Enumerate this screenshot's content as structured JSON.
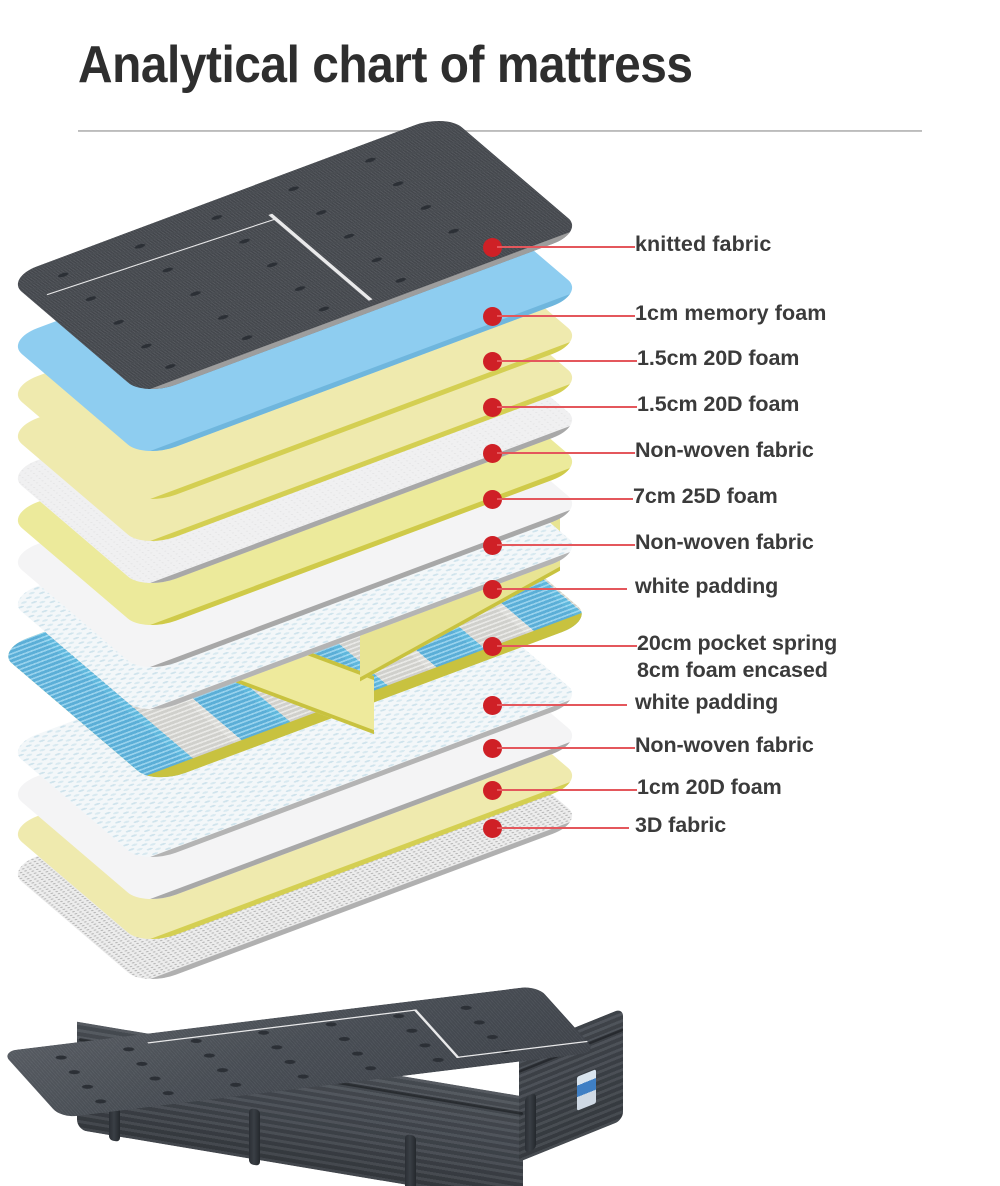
{
  "header": {
    "title": "Analytical chart of mattress"
  },
  "diagram": {
    "layers": [
      {
        "id": "knitted-fabric",
        "label": "knitted fabric",
        "color": "#4b4f55",
        "edge": "#9d9d9d",
        "texture": "knit",
        "thickness": "thin"
      },
      {
        "id": "memory-foam",
        "label": "1cm memory foam",
        "color": "#8ecdf0",
        "edge": "#6fb6dd",
        "texture": "solid",
        "thickness": "thin"
      },
      {
        "id": "foam-20d-a",
        "label": "1.5cm 20D foam",
        "color": "#efeaae",
        "edge": "#d4cf52",
        "texture": "foam",
        "thickness": "thin"
      },
      {
        "id": "foam-20d-b",
        "label": "1.5cm 20D foam",
        "color": "#efeaae",
        "edge": "#d4cf52",
        "texture": "foam",
        "thickness": "thin"
      },
      {
        "id": "nonwoven-a",
        "label": "Non-woven fabric",
        "color": "#ececed",
        "edge": "#a8a8a8",
        "texture": "nonwoven",
        "thickness": "thin"
      },
      {
        "id": "foam-25d",
        "label": "7cm 25D foam",
        "color": "#ecea9b",
        "edge": "#cfca49",
        "texture": "foam",
        "thickness": "thin"
      },
      {
        "id": "nonwoven-b",
        "label": "Non-woven fabric",
        "color": "#f2f2f3",
        "edge": "#a8a8a8",
        "texture": "nonwoven",
        "thickness": "thin"
      },
      {
        "id": "white-padding-a",
        "label": "white padding",
        "color": "#f3f7f9",
        "edge": "#b4b4b4",
        "texture": "padding",
        "thickness": "thin"
      },
      {
        "id": "pocket-spring",
        "label": "20cm pocket spring",
        "label2": "8cm foam encased",
        "color": "#eeea9c",
        "edge": "#c8c23f",
        "texture": "spring",
        "thickness": "thick"
      },
      {
        "id": "white-padding-b",
        "label": "white padding",
        "color": "#f3f7f9",
        "edge": "#b4b4b4",
        "texture": "padding",
        "thickness": "thin"
      },
      {
        "id": "nonwoven-c",
        "label": "Non-woven fabric",
        "color": "#f2f2f3",
        "edge": "#a8a8a8",
        "texture": "nonwoven",
        "thickness": "thin"
      },
      {
        "id": "foam-20d-c",
        "label": "1cm 20D foam",
        "color": "#efeaae",
        "edge": "#d4cf52",
        "texture": "foam",
        "thickness": "thin"
      },
      {
        "id": "fabric-3d",
        "label": "3D fabric",
        "color": "#ececec",
        "edge": "#b0b0b0",
        "texture": "mesh",
        "thickness": "thin"
      }
    ],
    "callout_color": "#cf2026",
    "leader_color": "#e4575c",
    "label_color": "#3b3b3b"
  },
  "photo": {
    "alt_name": "finished-mattress",
    "body_color": "#4a4e55",
    "tag_color": "#3f7fc4"
  }
}
